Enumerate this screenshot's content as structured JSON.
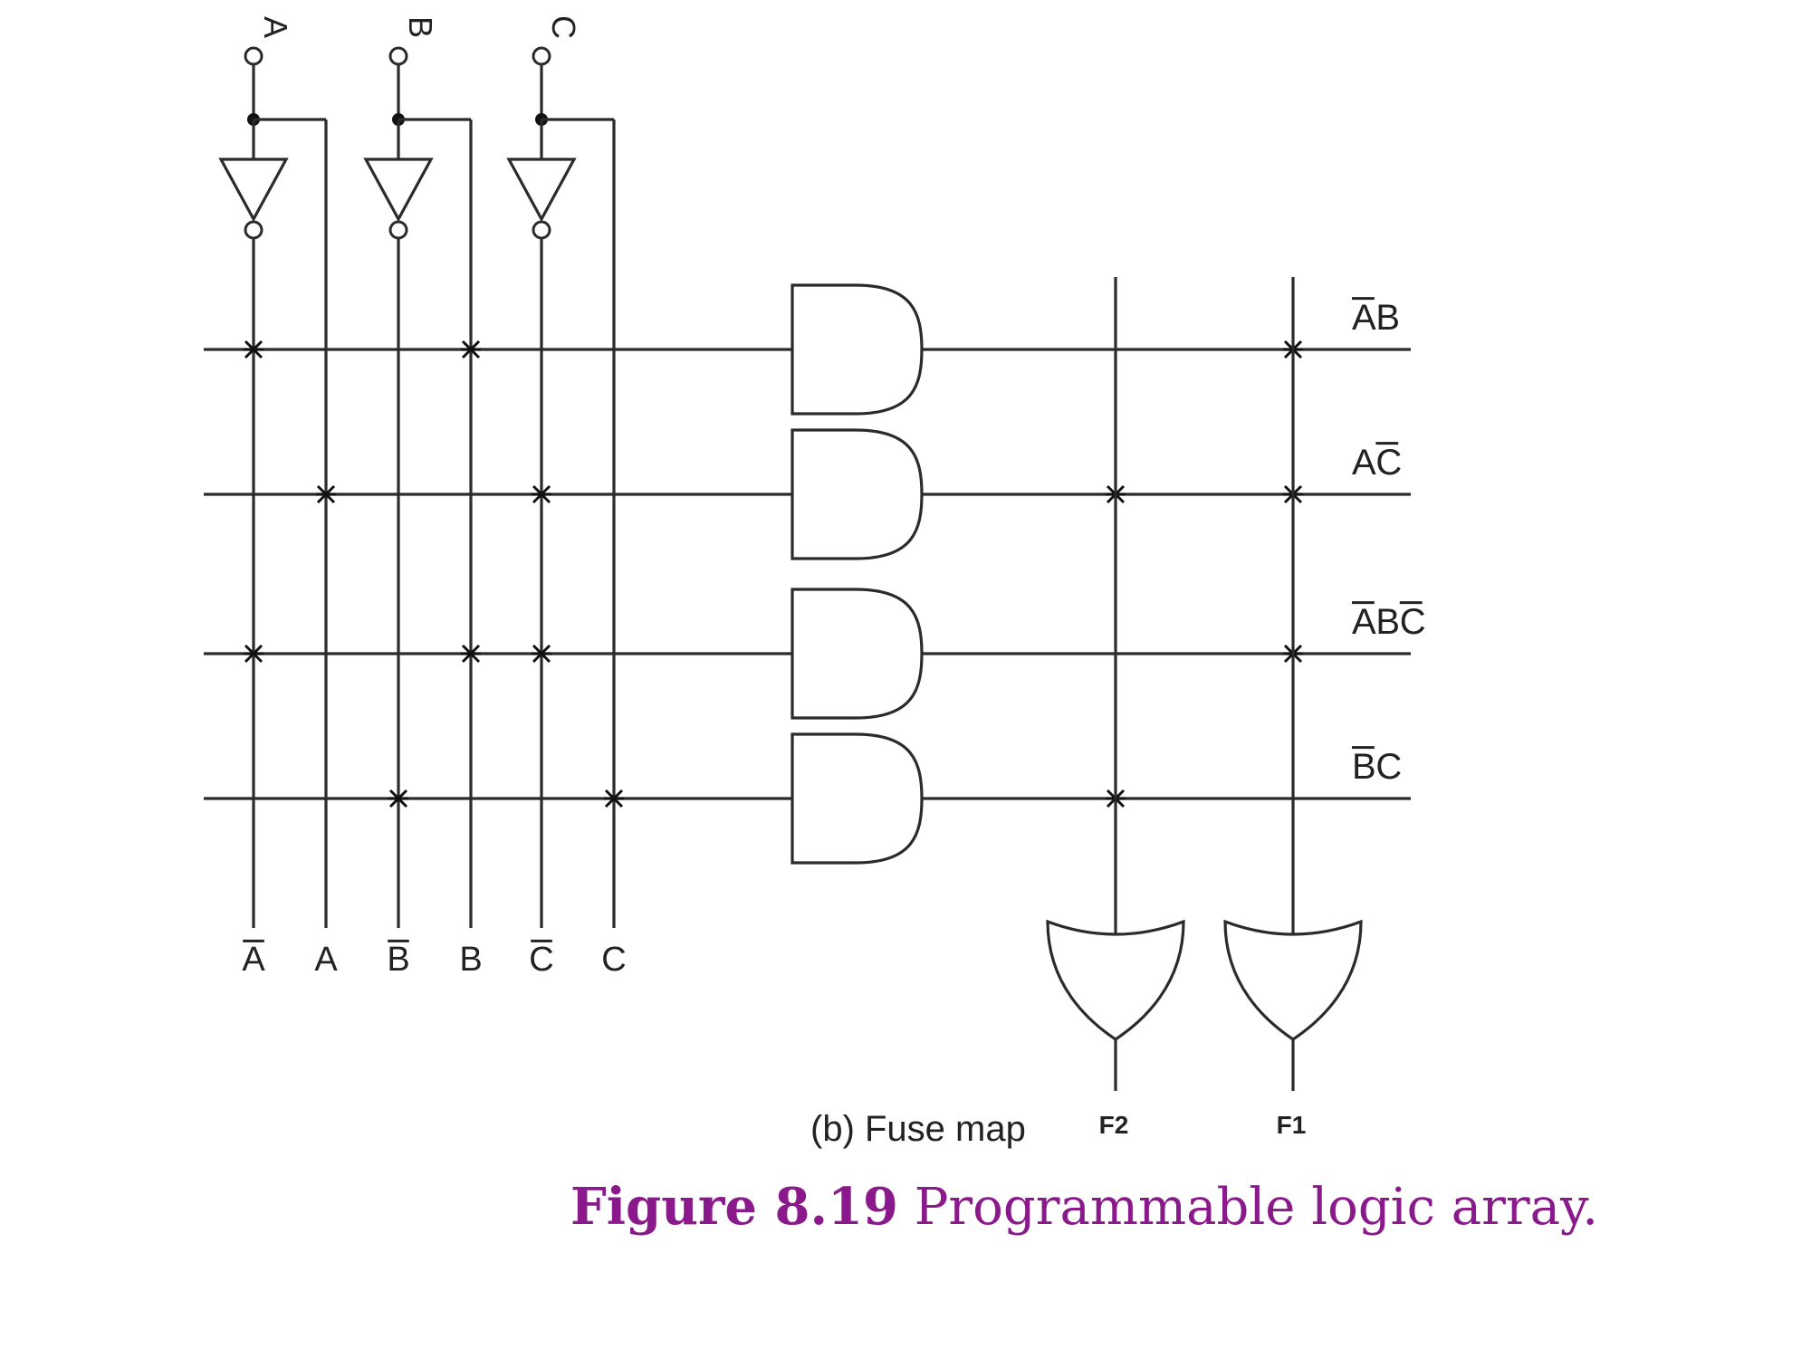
{
  "diagram": {
    "inputs": [
      "A",
      "B",
      "C"
    ],
    "columns": [
      {
        "text": "A",
        "bar": true
      },
      {
        "text": "A",
        "bar": false
      },
      {
        "text": "B",
        "bar": true
      },
      {
        "text": "B",
        "bar": false
      },
      {
        "text": "C",
        "bar": true
      },
      {
        "text": "C",
        "bar": false
      }
    ],
    "products": [
      {
        "parts": [
          {
            "t": "A",
            "bar": true
          },
          {
            "t": "B",
            "bar": false
          }
        ],
        "and_fuses": [
          0,
          3
        ],
        "or_fuses": [
          1
        ]
      },
      {
        "parts": [
          {
            "t": "A",
            "bar": false
          },
          {
            "t": "C",
            "bar": true
          }
        ],
        "and_fuses": [
          1,
          4
        ],
        "or_fuses": [
          0,
          1
        ]
      },
      {
        "parts": [
          {
            "t": "A",
            "bar": true
          },
          {
            "t": "B",
            "bar": false
          },
          {
            "t": "C",
            "bar": true
          }
        ],
        "and_fuses": [
          0,
          3,
          4
        ],
        "or_fuses": [
          1
        ]
      },
      {
        "parts": [
          {
            "t": "B",
            "bar": true
          },
          {
            "t": "C",
            "bar": false
          }
        ],
        "and_fuses": [
          2,
          5
        ],
        "or_fuses": [
          0
        ]
      }
    ],
    "outputs": [
      "F2",
      "F1"
    ],
    "subcaption": "(b) Fuse map"
  },
  "caption": {
    "label": "Figure 8.19",
    "text": "Programmable logic array."
  },
  "colors": {
    "line": "#2b2b2b",
    "caption": "#8a1a8c"
  }
}
